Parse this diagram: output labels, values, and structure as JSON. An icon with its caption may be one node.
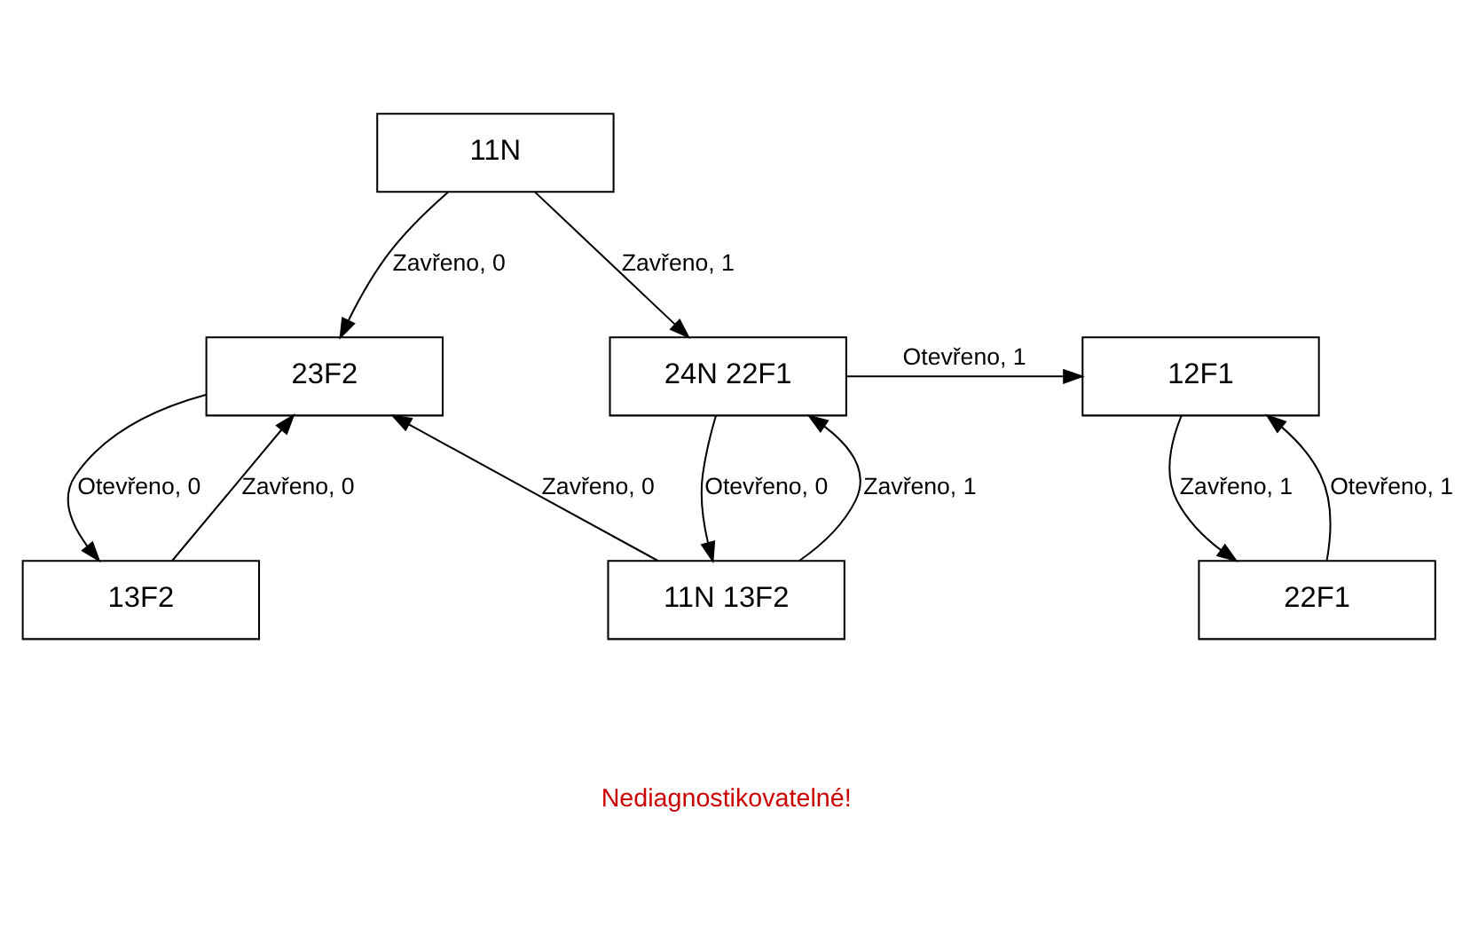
{
  "diagram": {
    "nodes": [
      {
        "text": [
          "11N"
        ]
      },
      {
        "text": [
          "23F2"
        ]
      },
      {
        "text": [
          "24N 22F1"
        ]
      },
      {
        "text": [
          "12F1"
        ]
      },
      {
        "text": [
          "13F2"
        ]
      },
      {
        "text": [
          "11N 13F2"
        ]
      },
      {
        "text": [
          "22F1"
        ]
      }
    ],
    "edges": [
      {
        "from": 0,
        "to": 1,
        "arrow": "to",
        "label": "Zavřeno, 0"
      },
      {
        "from": 0,
        "to": 2,
        "arrow": "to",
        "label": "Zavřeno, 1"
      },
      {
        "from": 2,
        "to": 3,
        "arrow": "to",
        "label": "Otevřeno, 1"
      },
      {
        "from": 4,
        "to": 1,
        "arrow": "to",
        "label": "Zavřeno, 0"
      },
      {
        "from": 1,
        "to": 4,
        "arrow": "to",
        "label": "Otevřeno, 0"
      },
      {
        "from": 5,
        "to": 2,
        "arrow": "to",
        "label": "Zavřeno, 1"
      },
      {
        "from": 2,
        "to": 5,
        "arrow": "to",
        "label": "Otevřeno, 0"
      },
      {
        "from": 5,
        "to": 1,
        "arrow": "to",
        "label": "Zavřeno, 0"
      },
      {
        "from": 6,
        "to": 3,
        "arrow": "to",
        "label": "Otevřeno, 1"
      },
      {
        "from": 3,
        "to": 6,
        "arrow": "to",
        "label": "Zavřeno, 1"
      }
    ],
    "labels": [
      "Nediagnostikovatelné!"
    ]
  }
}
